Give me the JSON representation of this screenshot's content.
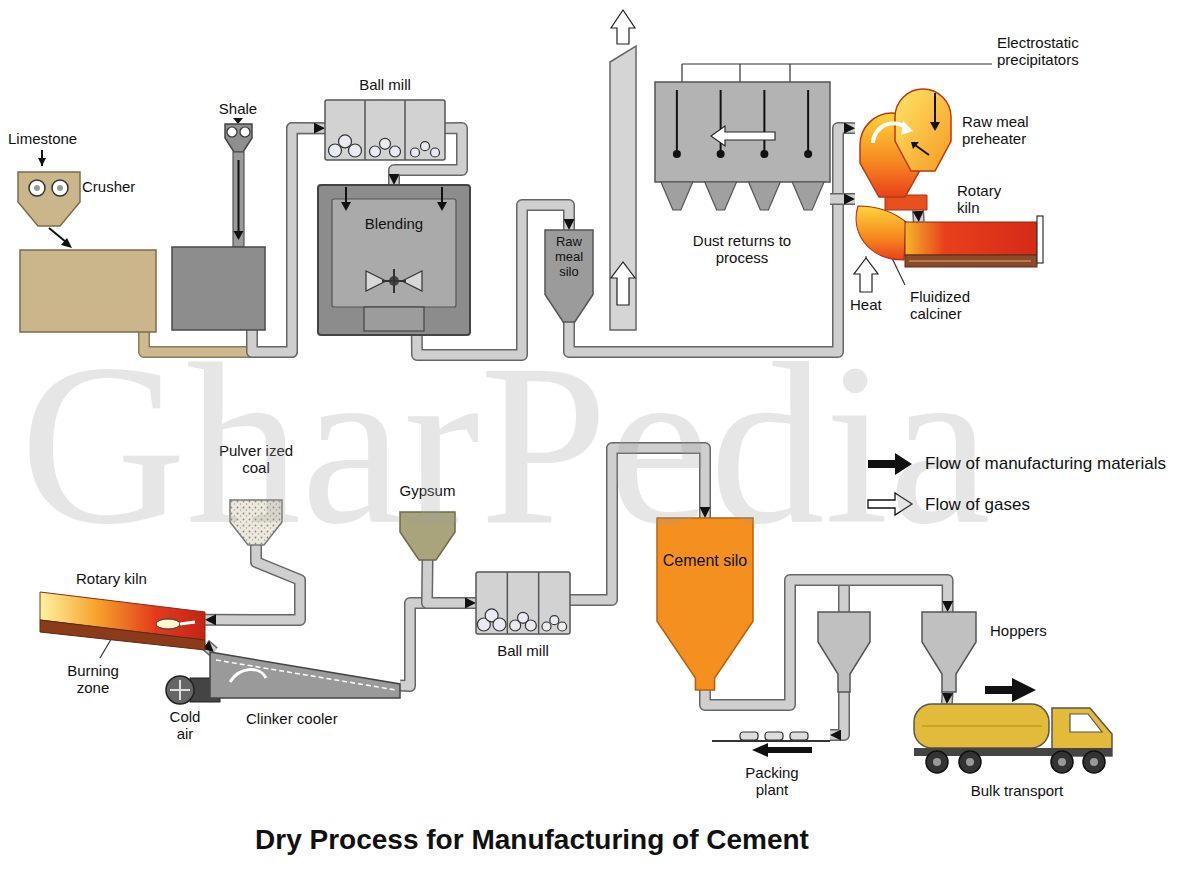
{
  "diagram": {
    "caption": "Dry Process for Manufacturing of Cement",
    "nodes": [
      {
        "text": [
          "Crusher"
        ]
      },
      {
        "text": [
          "Shale"
        ]
      },
      {
        "text": [
          "Ball mill"
        ]
      },
      {
        "text": [
          "Blending"
        ]
      },
      {
        "text": [
          "Raw meal silo"
        ]
      },
      {
        "text": [
          "Dust returns to process"
        ]
      },
      {
        "text": [
          "Raw meal preheater"
        ]
      },
      {
        "text": [
          "Rotary kiln"
        ]
      },
      {
        "text": [
          "Rotary kiln"
        ]
      },
      {
        "text": [
          "Pulver ized coal"
        ]
      },
      {
        "text": [
          "Clinker cooler"
        ]
      },
      {
        "text": [
          "Gypsum"
        ]
      },
      {
        "text": [
          "Ball mill"
        ]
      },
      {
        "text": [
          "Cement silo"
        ]
      },
      {
        "text": [
          "Hoppers"
        ]
      },
      {
        "text": [
          "Packing plant"
        ]
      },
      {
        "text": [
          "Bulk transport"
        ]
      }
    ],
    "edges": [
      {
        "from": 0,
        "to": 2,
        "arrow": "to"
      },
      {
        "from": 1,
        "to": 2,
        "arrow": "to"
      },
      {
        "from": 2,
        "to": 3,
        "arrow": "to"
      },
      {
        "from": 3,
        "to": 4,
        "arrow": "to"
      },
      {
        "from": 4,
        "to": 6,
        "arrow": "to"
      },
      {
        "from": 5,
        "to": 6,
        "arrow": "to"
      },
      {
        "from": 6,
        "to": 7,
        "arrow": "to"
      },
      {
        "from": 9,
        "to": 8,
        "arrow": "to"
      },
      {
        "from": 8,
        "to": 10,
        "arrow": "to"
      },
      {
        "from": 10,
        "to": 12,
        "arrow": "to"
      },
      {
        "from": 11,
        "to": 12,
        "arrow": "to"
      },
      {
        "from": 12,
        "to": 13,
        "arrow": "to"
      },
      {
        "from": 13,
        "to": 14,
        "arrow": "to"
      },
      {
        "from": 14,
        "to": 15,
        "arrow": "to"
      },
      {
        "from": 14,
        "to": 16,
        "arrow": "to"
      }
    ],
    "labels": [
      "Limestone",
      "Electrostatic precipitators",
      "Heat",
      "Fluidized calciner",
      "Burning zone",
      "Cold air",
      "GharPedia"
    ],
    "legend": [
      {
        "text": "Flow of manufacturing materials"
      },
      {
        "text": "Flow of gases"
      }
    ]
  }
}
